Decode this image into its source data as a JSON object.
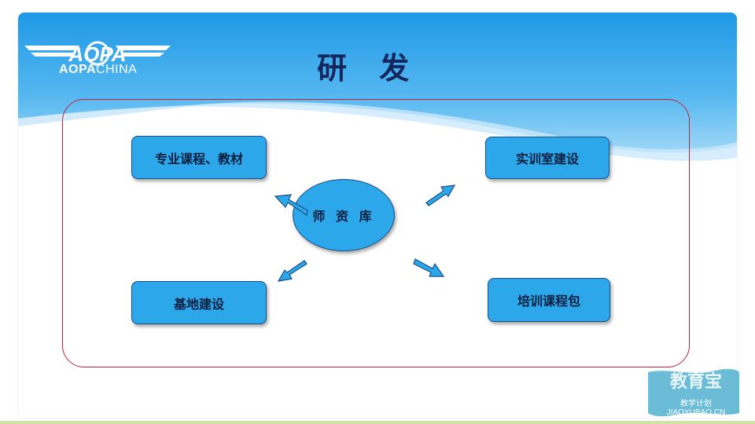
{
  "title": "研 发",
  "logo": {
    "mark": "AOPA",
    "wordmark_bold": "AOPA",
    "wordmark_rest": "CHINA"
  },
  "center_node": "师 资 库",
  "nodes": {
    "top_left": "专业课程、教材",
    "top_right": "实训室建设",
    "bottom_left": "基地建设",
    "bottom_right": "培训课程包"
  },
  "watermark": {
    "text": "教育宝",
    "sub": "教学计划",
    "url": "JIAOYUBAO.CN"
  },
  "colors": {
    "node_fill": "#2ba7ea",
    "frame_border": "#c0243a",
    "title": "#14265c"
  }
}
